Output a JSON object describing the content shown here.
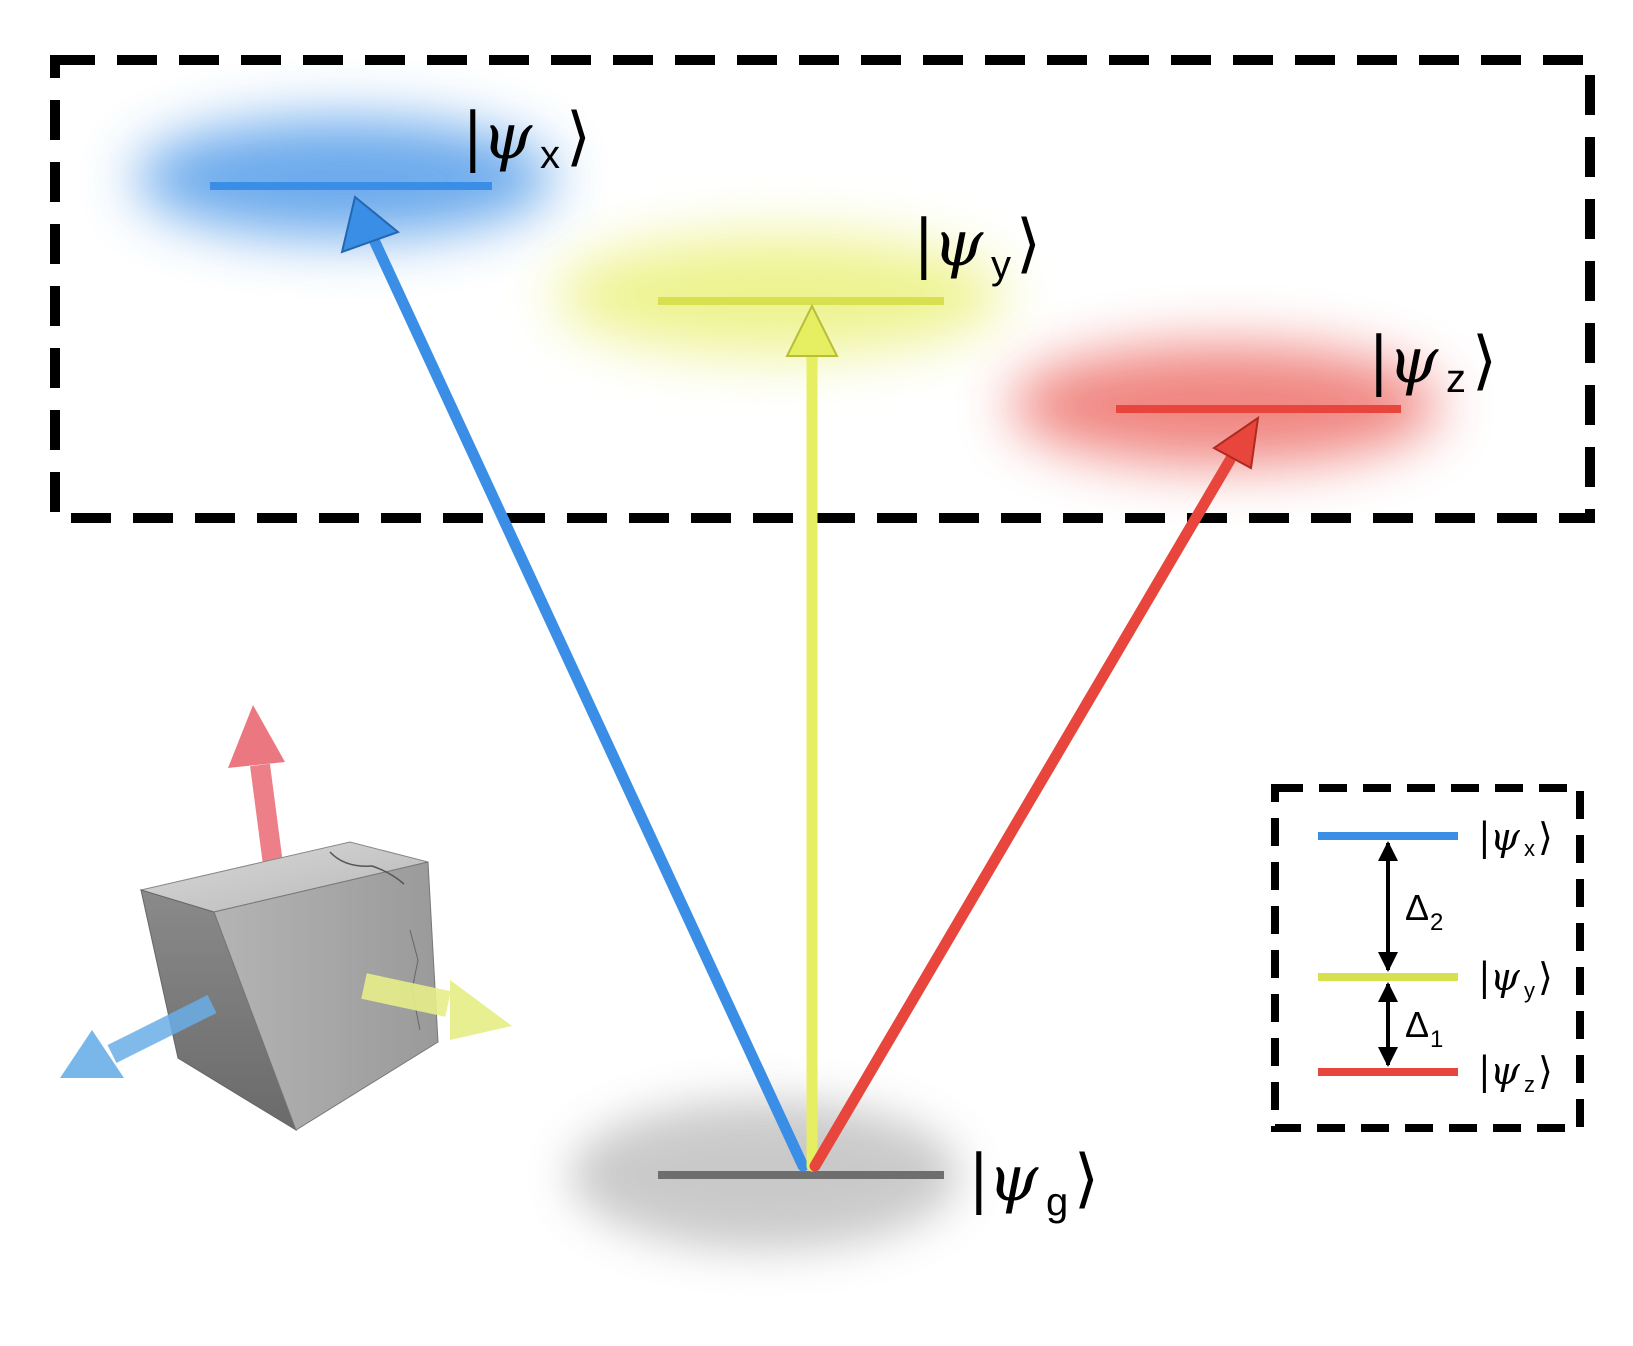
{
  "colors": {
    "x": "#3a8ee6",
    "y": "#e6ee62",
    "z": "#e8453c",
    "ground": "#6e6e6e",
    "frame": "#000000"
  },
  "states": {
    "x": {
      "symbol": "ψ",
      "sub": "x"
    },
    "y": {
      "symbol": "ψ",
      "sub": "y"
    },
    "z": {
      "symbol": "ψ",
      "sub": "z"
    },
    "g": {
      "symbol": "ψ",
      "sub": "g"
    }
  },
  "inset": {
    "levels": [
      "x",
      "y",
      "z"
    ],
    "delta2": {
      "symbol": "Δ",
      "sub": "2"
    },
    "delta1": {
      "symbol": "Δ",
      "sub": "1"
    }
  },
  "icon": "cube-with-axis-arrows-icon"
}
